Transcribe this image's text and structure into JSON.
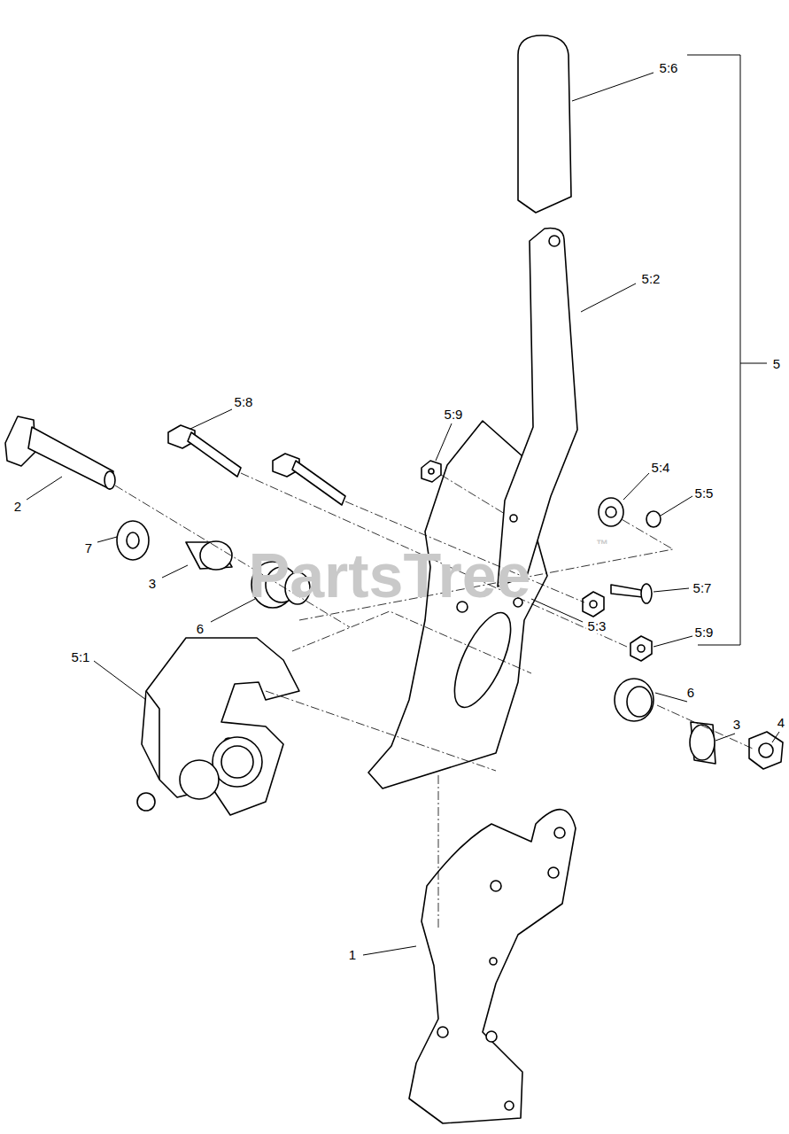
{
  "diagram": {
    "labels": [
      "5:6",
      "5:2",
      "5",
      "5:8",
      "5:9",
      "2",
      "7",
      "3",
      "6",
      "5:4",
      "5:5",
      "5:7",
      "5:3",
      "5:9",
      "5:1",
      "6",
      "3",
      "4",
      "1",
      "PartsTree",
      "™"
    ]
  }
}
